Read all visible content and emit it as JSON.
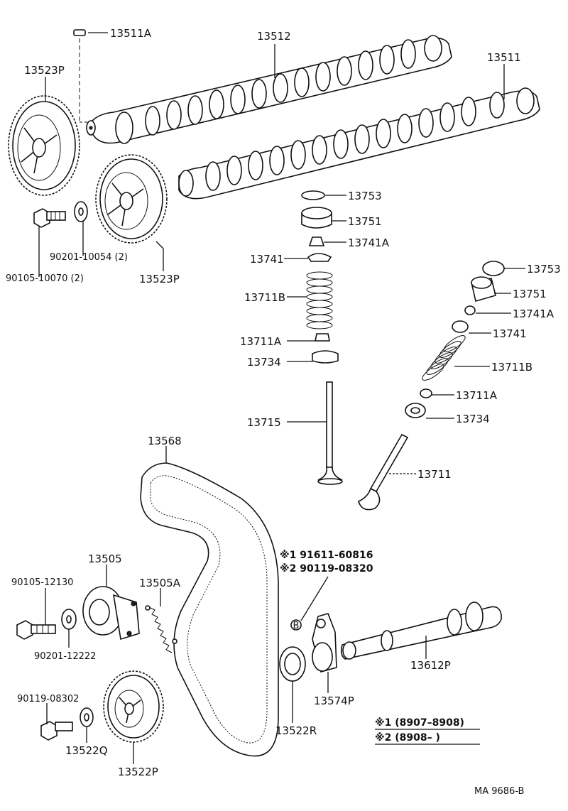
{
  "diagram": {
    "callouts": {
      "p13511A": "13511A",
      "p13512": "13512",
      "p13511": "13511",
      "p13523P_top": "13523P",
      "p13523P_bottom": "13523P",
      "p90201_10054": "90201-10054 (2)",
      "p90105_10070": "90105-10070 (2)",
      "p13753_a": "13753",
      "p13751_a": "13751",
      "p13741A_a": "13741A",
      "p13741_a": "13741",
      "p13711B_a": "13711B",
      "p13711A_a": "13711A",
      "p13734_a": "13734",
      "p13715": "13715",
      "p13753_b": "13753",
      "p13751_b": "13751",
      "p13741A_b": "13741A",
      "p13741_b": "13741",
      "p13711B_b": "13711B",
      "p13711A_b": "13711A",
      "p13734_b": "13734",
      "p13711": "13711",
      "p13568": "13568",
      "p13505": "13505",
      "p13505A": "13505A",
      "p90105_12130": "90105-12130",
      "p90201_12222": "90201-12222",
      "p90119_08302": "90119-08302",
      "p13522Q": "13522Q",
      "p13522P": "13522P",
      "p13522R": "13522R",
      "p13574P": "13574P",
      "p13612P": "13612P",
      "ref1": "※1 91611-60816",
      "ref2": "※2 90119-08320",
      "bolt_mark": "B"
    },
    "legend": {
      "line1": "※1 (8907–8908)",
      "line2": "※2 (8908–       )"
    },
    "catalog_code": "MA  9686-B"
  }
}
